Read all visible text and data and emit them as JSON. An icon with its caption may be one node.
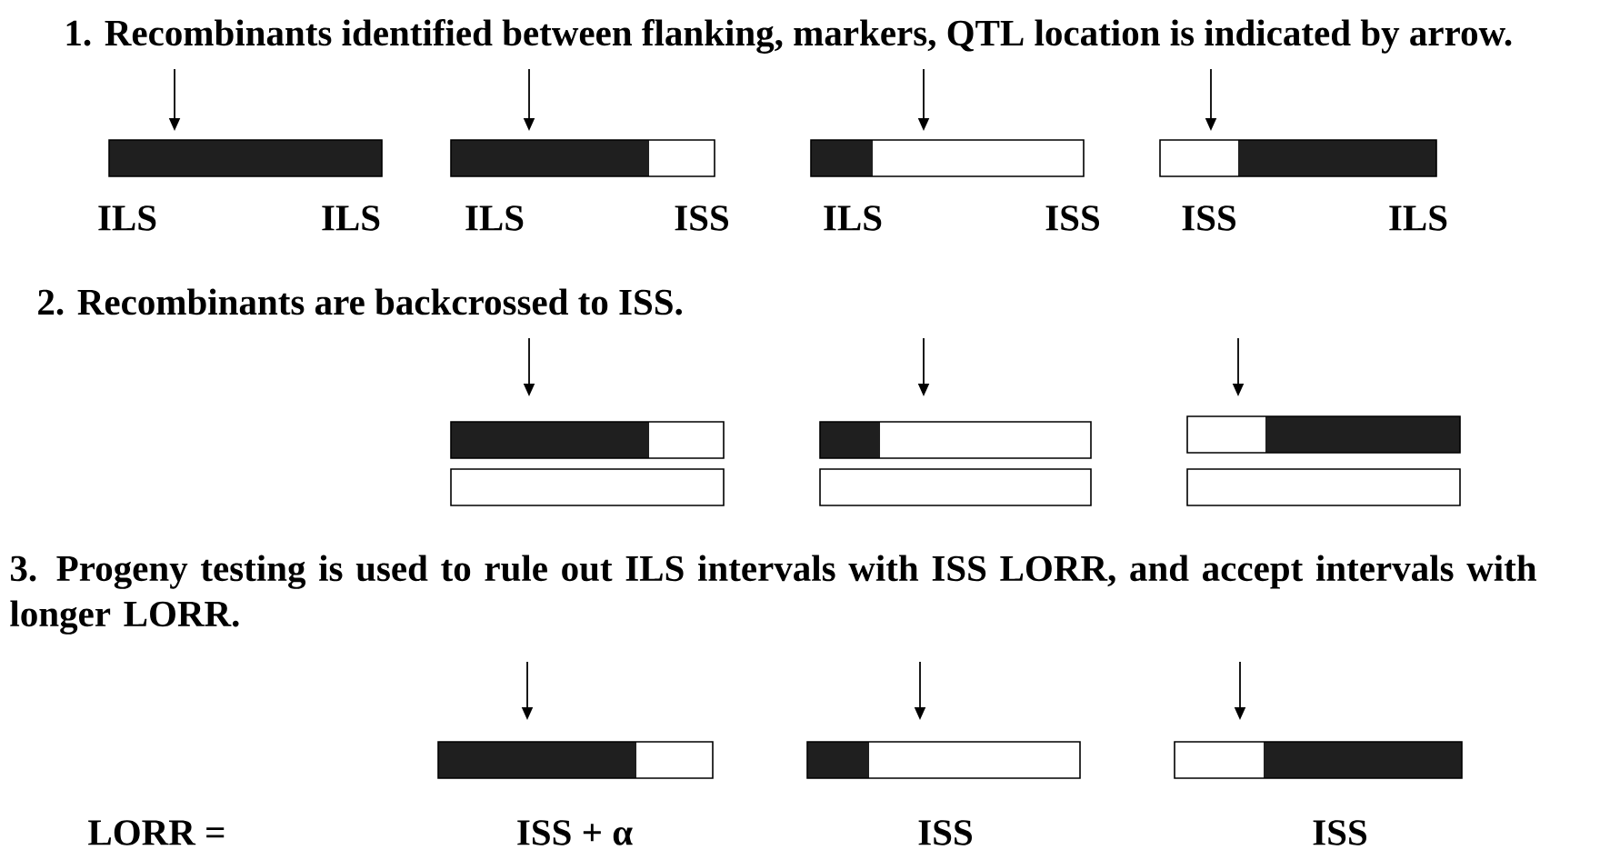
{
  "diagram": {
    "labels": [
      "1.  Recombinants identified between flanking, markers, QTL location is indicated by arrow.",
      "ILS",
      "ILS",
      "ILS",
      "ISS",
      "ILS",
      "ISS",
      "ISS",
      "ILS",
      "2. Recombinants are backcrossed to ISS.",
      "3.  Progeny testing is used to rule out ILS intervals with ISS LORR, and accept intervals with longer LORR.",
      "LORR =",
      "ISS + α",
      "ISS",
      "ISS"
    ]
  }
}
